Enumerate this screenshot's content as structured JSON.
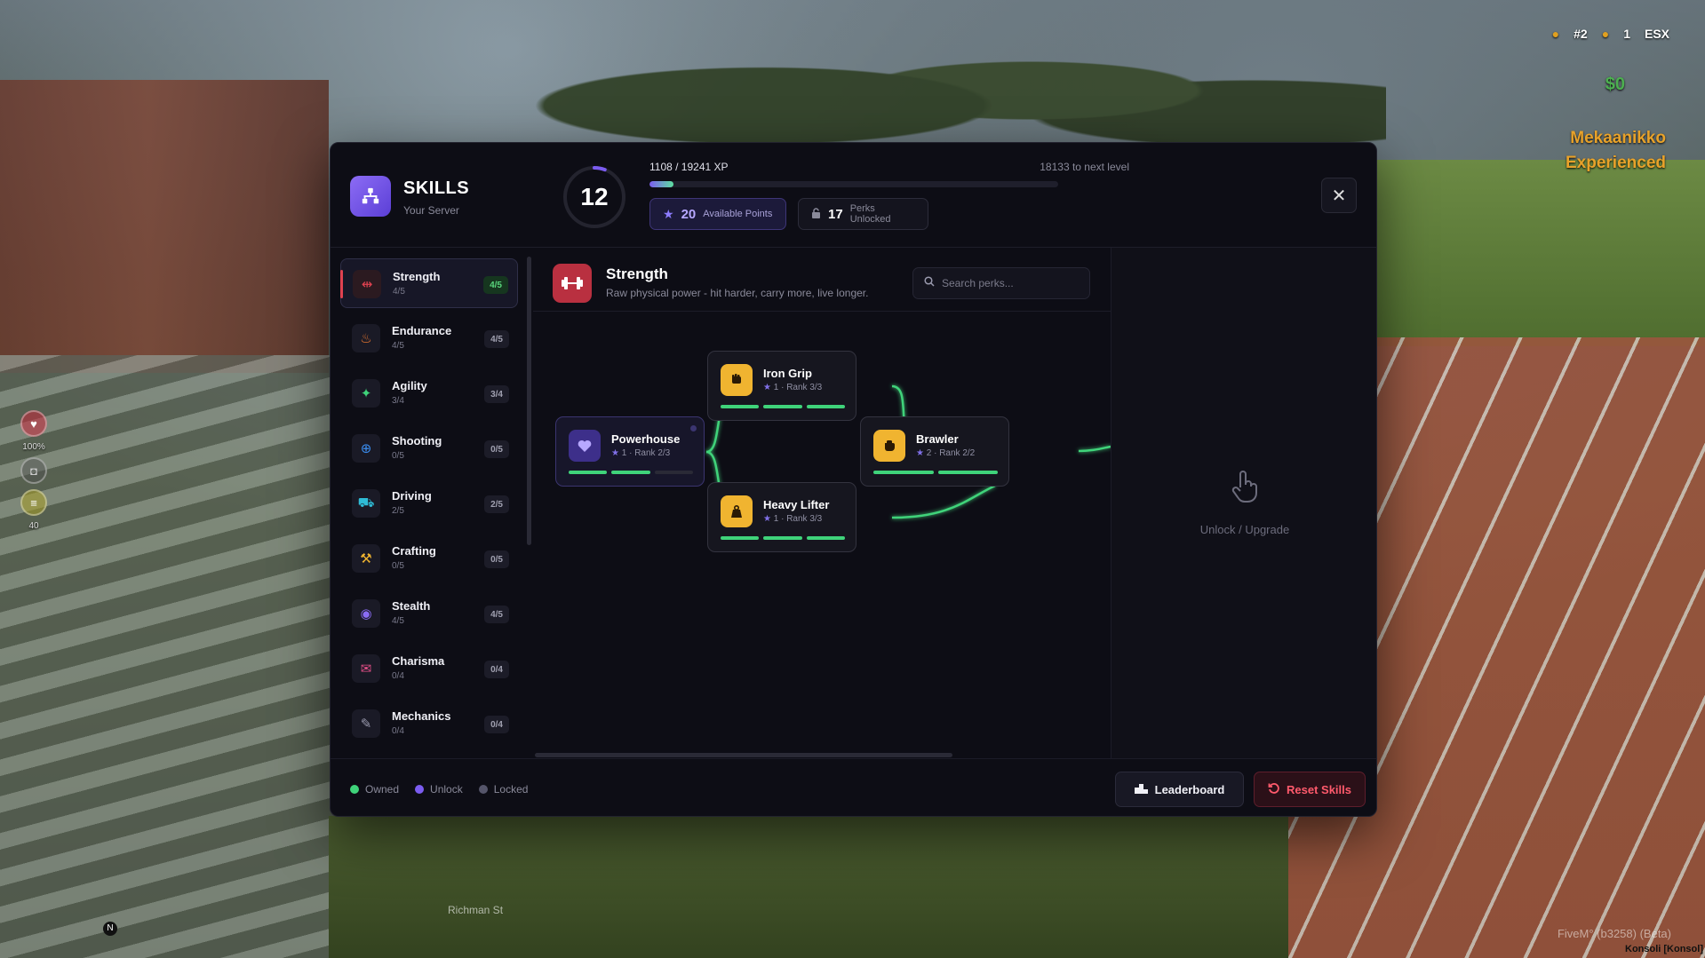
{
  "hud": {
    "rank": "#2",
    "count": "1",
    "brand": "ESX",
    "money": "$0",
    "job_title": "Mekaanikko",
    "job_grade": "Experienced",
    "health_pct": "100%",
    "food_pct": "40",
    "compass": "N",
    "street": "Richman St",
    "build": "FiveM° (b3258) (Beta)",
    "user": "Konsoli [Konsol]"
  },
  "panel": {
    "title": "SKILLS",
    "subtitle": "Your Server",
    "level": "12",
    "xp_text": "1108 / 19241 XP",
    "xp_next": "18133 to next level",
    "xp_progress": 0.058,
    "points_value": "20",
    "points_label": "Available Points",
    "perks_value": "17",
    "perks_label": "Perks Unlocked",
    "close_glyph": "✕"
  },
  "categories": [
    {
      "name": "Strength",
      "sub": "4/5",
      "badge": "4/5",
      "icon": "dumbbell-icon",
      "color": "#e04250"
    },
    {
      "name": "Endurance",
      "sub": "4/5",
      "badge": "4/5",
      "icon": "lungs-icon",
      "color": "#f07a30"
    },
    {
      "name": "Agility",
      "sub": "3/4",
      "badge": "3/4",
      "icon": "running-icon",
      "color": "#3fd37a"
    },
    {
      "name": "Shooting",
      "sub": "0/5",
      "badge": "0/5",
      "icon": "crosshair-icon",
      "color": "#3a8df0"
    },
    {
      "name": "Driving",
      "sub": "2/5",
      "badge": "2/5",
      "icon": "car-icon",
      "color": "#2fbcd6"
    },
    {
      "name": "Crafting",
      "sub": "0/5",
      "badge": "0/5",
      "icon": "hammer-icon",
      "color": "#f0b430"
    },
    {
      "name": "Stealth",
      "sub": "4/5",
      "badge": "4/5",
      "icon": "ninja-icon",
      "color": "#8a6cf5"
    },
    {
      "name": "Charisma",
      "sub": "0/4",
      "badge": "0/4",
      "icon": "chat-icon",
      "color": "#e8508a"
    },
    {
      "name": "Mechanics",
      "sub": "0/4",
      "badge": "0/4",
      "icon": "wrench-icon",
      "color": "#9a9aae"
    }
  ],
  "content": {
    "title": "Strength",
    "description": "Raw physical power - hit harder, carry more, live longer.",
    "search_placeholder": "Search perks..."
  },
  "perks": [
    {
      "name": "Powerhouse",
      "cost": "1",
      "rank": "Rank 2/3",
      "icon": "heart-icon",
      "rank_current": 2,
      "rank_max": 3
    },
    {
      "name": "Iron Grip",
      "cost": "1",
      "rank": "Rank 3/3",
      "icon": "fist-icon",
      "rank_current": 3,
      "rank_max": 3
    },
    {
      "name": "Heavy Lifter",
      "cost": "1",
      "rank": "Rank 3/3",
      "icon": "weight-icon",
      "rank_current": 3,
      "rank_max": 3
    },
    {
      "name": "Brawler",
      "cost": "2",
      "rank": "Rank 2/2",
      "icon": "punch-icon",
      "rank_current": 2,
      "rank_max": 2
    }
  ],
  "detail": {
    "empty_text": "Unlock / Upgrade"
  },
  "legend": [
    {
      "label": "Owned",
      "color": "#3fd37a"
    },
    {
      "label": "Unlock",
      "color": "#7b5cf0"
    },
    {
      "label": "Locked",
      "color": "#55556a"
    }
  ],
  "footer": {
    "leaderboard_label": "Leaderboard",
    "reset_label": "Reset Skills"
  },
  "colors": {
    "accent": "#7b5cf0",
    "owned": "#3fd37a",
    "danger": "#ff5a6c",
    "panel_bg": "#0d0d15"
  }
}
